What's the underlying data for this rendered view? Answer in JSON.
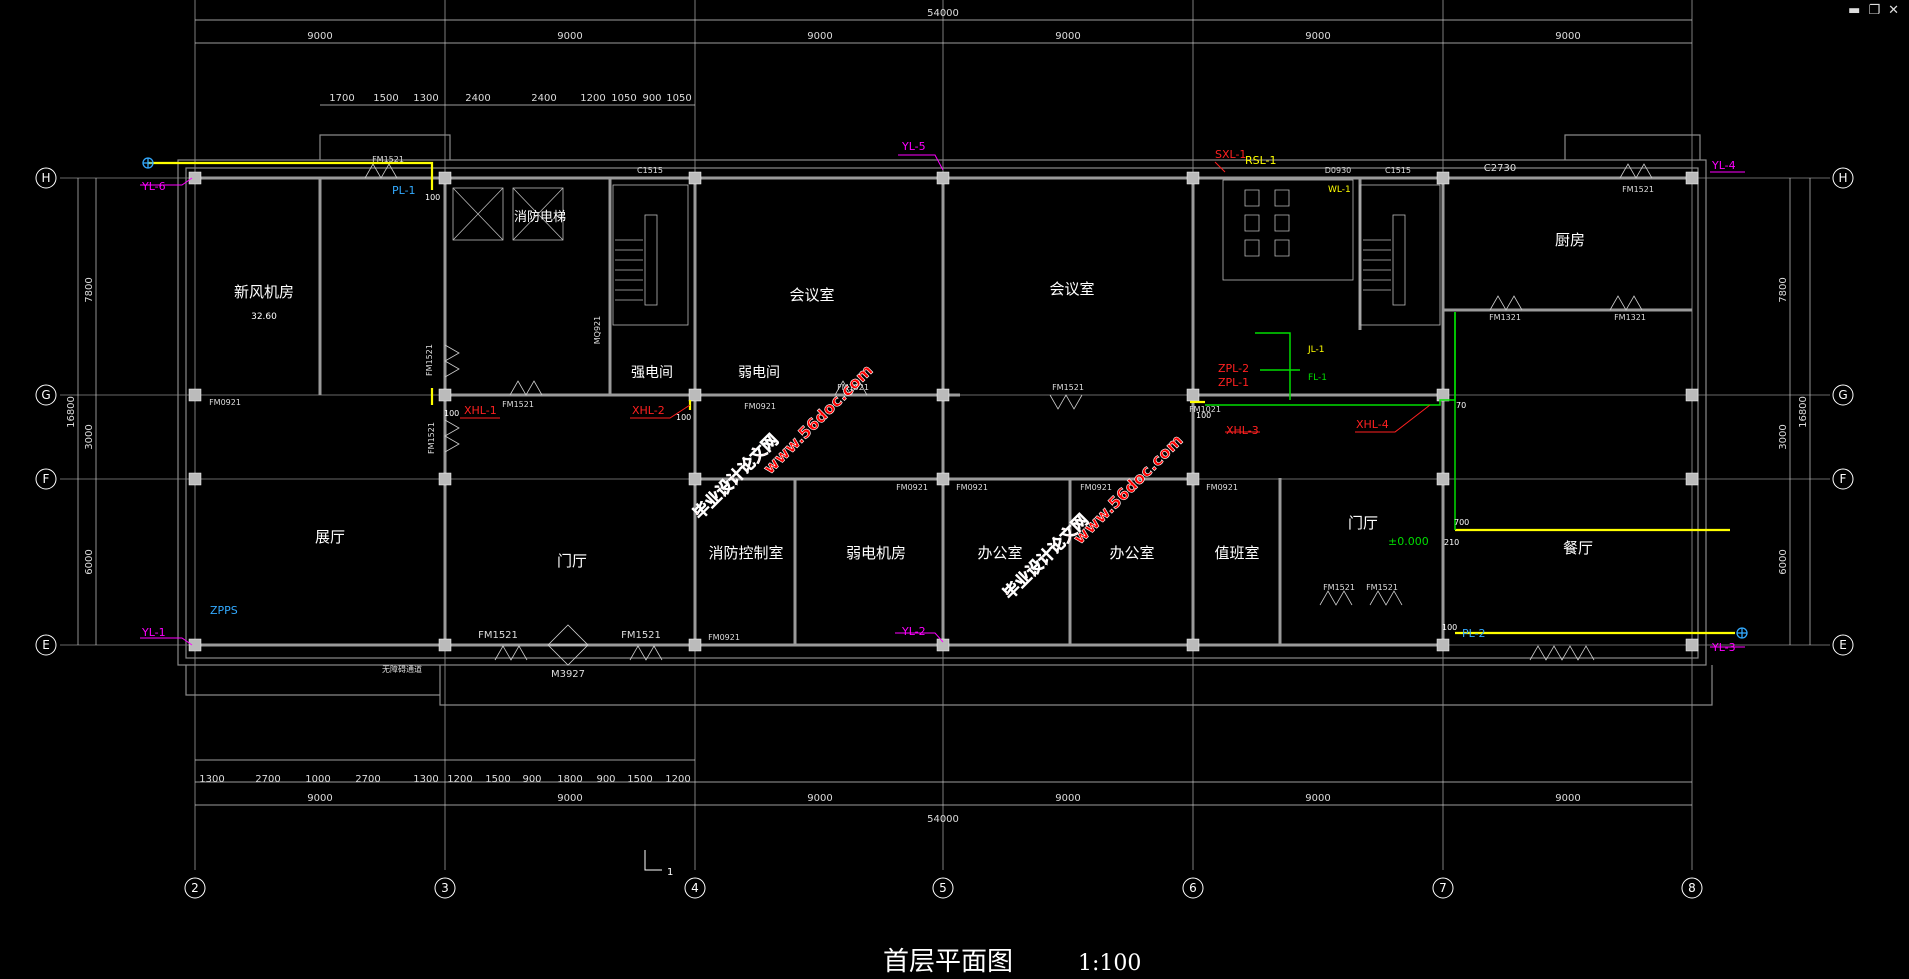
{
  "window": {
    "minimize": "▬",
    "restore": "❐",
    "close": "✕"
  },
  "drawing_title": "首层平面图",
  "drawing_scale": "1:100",
  "axes": {
    "vertical": [
      "2",
      "3",
      "4",
      "5",
      "6",
      "7",
      "8"
    ],
    "horizontal": [
      "H",
      "G",
      "F",
      "E"
    ]
  },
  "dims": {
    "total": "54000",
    "bays": [
      "9000",
      "9000",
      "9000",
      "9000",
      "9000",
      "9000"
    ],
    "top_detail": [
      "1700",
      "1500",
      "1300",
      "2400",
      "2400",
      "1200",
      "1050",
      "900",
      "1050"
    ],
    "bottom_detail": [
      "1300",
      "2700",
      "1000",
      "2700",
      "1300",
      "1200",
      "1500",
      "900",
      "1800",
      "900",
      "1500",
      "1200"
    ],
    "left_rows": [
      "7800",
      "3000",
      "6000"
    ],
    "left_total": "16800",
    "right_rows": [
      "7800",
      "3000",
      "6000"
    ],
    "right_total": "16800"
  },
  "rooms": {
    "fresh_air": "新风机房",
    "fresh_air_area": "32.60",
    "fire_elevator": "消防电梯",
    "meeting1": "会议室",
    "meeting2": "会议室",
    "kitchen": "厨房",
    "strong_elec": "强电间",
    "weak_elec": "弱电间",
    "exhibition": "展厅",
    "lobby1": "门厅",
    "fire_control": "消防控制室",
    "weak_machine": "弱电机房",
    "office1": "办公室",
    "office2": "办公室",
    "duty": "值班室",
    "lobby2": "门厅",
    "dining": "餐厅"
  },
  "level_mark": "±0.000",
  "ramp_text": "无障碍通道",
  "section_mark": "1",
  "pipes": {
    "yl1": "YL-1",
    "yl2": "YL-2",
    "yl3": "YL-3",
    "yl4": "YL-4",
    "yl5": "YL-5",
    "yl6": "YL-6",
    "pl1": "PL-1",
    "pl2": "PL-2",
    "xhl1": "XHL-1",
    "xhl2": "XHL-2",
    "xhl3": "XHL-3",
    "xhl4": "XHL-4",
    "zppl1": "ZPL-1",
    "zppl2": "ZPL-2",
    "zpps": "ZPPS",
    "sxl1": "SXL-1",
    "rsl1": "RSL-1",
    "wl1": "WL-1",
    "jl1": "JL-1",
    "fl1": "FL-1",
    "size100": "100",
    "size70": "70",
    "size700": "700",
    "size210": "210"
  },
  "labels": {
    "fm1521": "FM1521",
    "fm0921": "FM0921",
    "fm1021": "FM1021",
    "m3927": "M3927",
    "c1515": "C1515",
    "c2730": "C2730",
    "d0930": "D0930",
    "mq921": "MQ921",
    "fm1321": "FM1321"
  },
  "watermark": {
    "line1": "毕业设计论文网",
    "line2": "www.56doc.com"
  },
  "colors": {
    "grid": "#ffffff",
    "wall": "#9a9a9a",
    "water": "#ffff00",
    "drain": "#00ff00",
    "label_magenta": "#ff00ff",
    "label_red": "#ff2020",
    "label_cyan": "#33aaff",
    "watermark": "#ff0000"
  }
}
